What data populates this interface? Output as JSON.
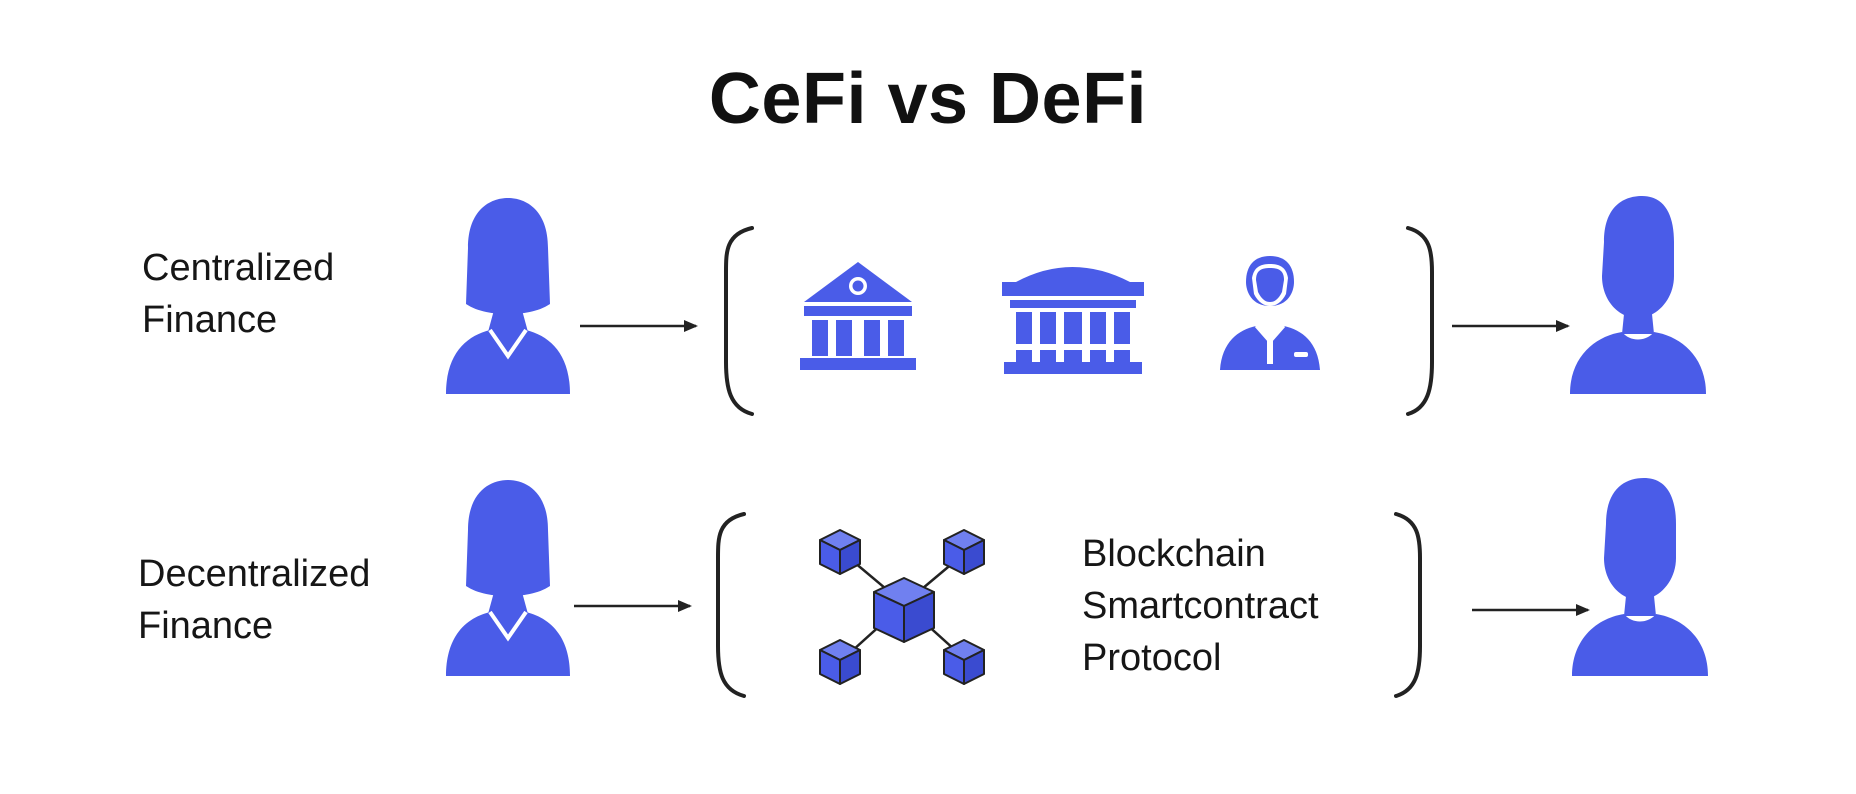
{
  "title": "CeFi vs DeFi",
  "rows": [
    {
      "label_line1": "Centralized",
      "label_line2": "Finance",
      "intermediaries": [
        "bank-icon",
        "institution-icon",
        "agent-icon"
      ]
    },
    {
      "label_line1": "Decentralized",
      "label_line2": "Finance",
      "intermediary": "blockchain-network-icon",
      "items": [
        "Blockchain",
        "Smartcontract",
        "Protocol"
      ]
    }
  ],
  "colors": {
    "accent": "#4a5ce8",
    "text": "#111111",
    "line": "#222222"
  }
}
